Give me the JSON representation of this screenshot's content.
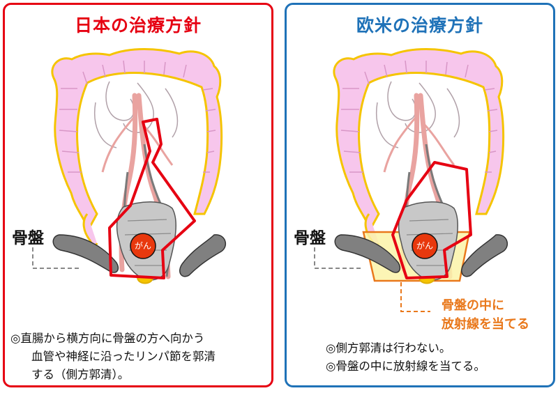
{
  "left_panel": {
    "title": "日本の治療方針",
    "pelvis_label": "骨盤",
    "cancer_label": "がん",
    "note_lines": [
      "◎直腸から横方向に骨盤の方へ向かう",
      "血管や神経に沿ったリンパ節を郭清",
      "する（側方郭清）。"
    ]
  },
  "right_panel": {
    "title": "欧米の治療方針",
    "pelvis_label": "骨盤",
    "cancer_label": "がん",
    "radiation_note_lines": [
      "骨盤の中に",
      "放射線を当てる"
    ],
    "note_lines": [
      "◎側方郭清は行わない。",
      "◎骨盤の中に放射線を当てる。"
    ]
  },
  "colors": {
    "japan_border": "#e60012",
    "west_border": "#1f72b8",
    "colon_fill": "#f7c6ec",
    "colon_outline": "#f5c400",
    "vessel": "#e9a3a0",
    "nerve": "#7a7a7a",
    "pelvis_bone": "#808080",
    "cancer_fill": "#e8380d",
    "dissection_outline": "#e60012",
    "radiation_fill": "#fbf3a8",
    "radiation_outline": "#e9781b"
  }
}
